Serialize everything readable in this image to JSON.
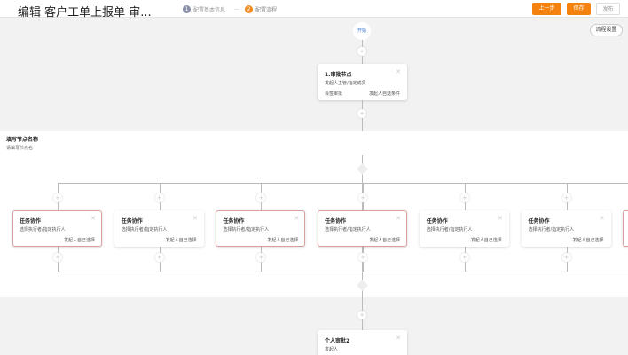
{
  "header": {
    "title": "编辑 客户工单上报单 审...",
    "steps": [
      {
        "num": "1",
        "label": "配置基本信息",
        "color": "#8a8fa8"
      },
      {
        "num": "2",
        "label": "配置流程",
        "color": "#f08a1c"
      }
    ],
    "step_separator": "...",
    "prev_label": "上一步",
    "save_label": "保存",
    "publish_label": "发布"
  },
  "canvas": {
    "settings_label": "流程设置",
    "start_label": "开始"
  },
  "approval_node": {
    "title": "1.审批节点",
    "desc": "发起人主管/指定成员",
    "mode": "会签审批",
    "extra": "发起人自选条件"
  },
  "parallel": {
    "title": "填写节点名称",
    "subtitle": "请填写节点名"
  },
  "tasks": [
    {
      "title": "任务协作",
      "desc": "选择执行者/指定执行人",
      "footer": "发起人自己选择"
    },
    {
      "title": "任务协作",
      "desc": "选择执行者/指定执行人",
      "footer": "发起人自己选择"
    },
    {
      "title": "任务协作",
      "desc": "选择执行者/指定执行人",
      "footer": "发起人自己选择"
    },
    {
      "title": "任务协作",
      "desc": "选择执行者/指定执行人",
      "footer": "发起人自己选择"
    },
    {
      "title": "任务协作",
      "desc": "选择执行者/指定执行人",
      "footer": "发起人自己选择"
    },
    {
      "title": "任务协作",
      "desc": "选择执行者/指定执行人",
      "footer": "发起人自己选择"
    },
    {
      "title": "",
      "desc": "",
      "footer": ""
    }
  ],
  "bottom_node": {
    "title": "个人审批2",
    "desc": "发起人"
  },
  "colors": {
    "accent": "#f08a1c",
    "task_border": "#d9a0a0"
  }
}
